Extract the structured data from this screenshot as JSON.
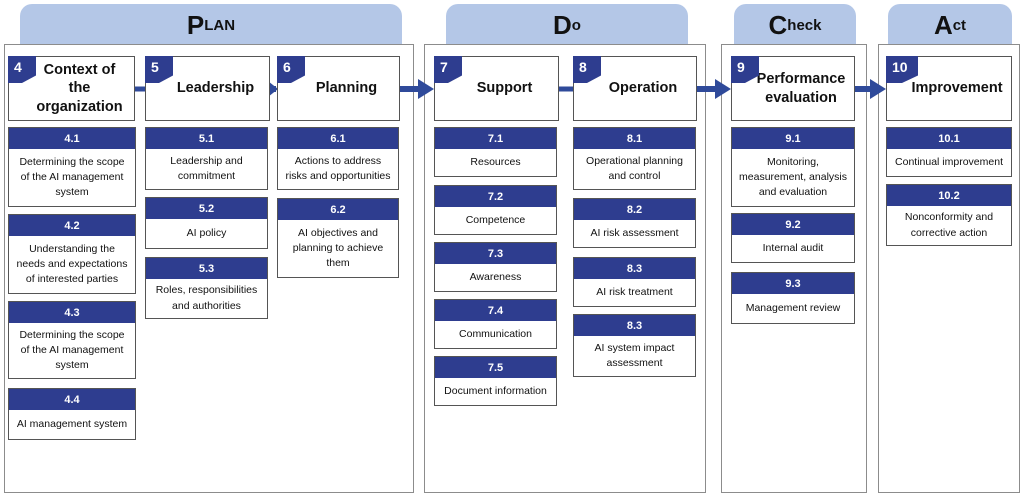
{
  "phases": {
    "plan": {
      "big": "P",
      "small": "LAN"
    },
    "do": {
      "big": "D",
      "small": "o"
    },
    "check": {
      "big": "C",
      "small": "heck"
    },
    "act": {
      "big": "A",
      "small": "ct"
    }
  },
  "clauses": {
    "c4": {
      "num": "4",
      "title": "Context of the organization"
    },
    "c5": {
      "num": "5",
      "title": "Leadership"
    },
    "c6": {
      "num": "6",
      "title": "Planning"
    },
    "c7": {
      "num": "7",
      "title": "Support"
    },
    "c8": {
      "num": "8",
      "title": "Operation"
    },
    "c9": {
      "num": "9",
      "title": "Performance evaluation"
    },
    "c10": {
      "num": "10",
      "title": "Improvement"
    }
  },
  "subclauses": {
    "s4_1": {
      "num": "4.1",
      "text": "Determining the scope of the AI management system"
    },
    "s4_2": {
      "num": "4.2",
      "text": "Understanding the needs and expectations of interested parties"
    },
    "s4_3": {
      "num": "4.3",
      "text": "Determining the scope of the AI management system"
    },
    "s4_4": {
      "num": "4.4",
      "text": "AI management system"
    },
    "s5_1": {
      "num": "5.1",
      "text": "Leadership and commitment"
    },
    "s5_2": {
      "num": "5.2",
      "text": "AI policy"
    },
    "s5_3": {
      "num": "5.3",
      "text": "Roles, responsibilities and authorities"
    },
    "s6_1": {
      "num": "6.1",
      "text": "Actions to address risks and opportunities"
    },
    "s6_2": {
      "num": "6.2",
      "text": "AI objectives and planning to achieve them"
    },
    "s7_1": {
      "num": "7.1",
      "text": "Resources"
    },
    "s7_2": {
      "num": "7.2",
      "text": "Competence"
    },
    "s7_3": {
      "num": "7.3",
      "text": "Awareness"
    },
    "s7_4": {
      "num": "7.4",
      "text": "Communication"
    },
    "s7_5": {
      "num": "7.5",
      "text": "Document information"
    },
    "s8_1": {
      "num": "8.1",
      "text": "Operational planning and control"
    },
    "s8_2": {
      "num": "8.2",
      "text": "AI risk assessment"
    },
    "s8_3a": {
      "num": "8.3",
      "text": "AI risk treatment"
    },
    "s8_3b": {
      "num": "8.3",
      "text": "AI system impact assessment"
    },
    "s9_1": {
      "num": "9.1",
      "text": "Monitoring, measurement, analysis and evaluation"
    },
    "s9_2": {
      "num": "9.2",
      "text": "Internal audit"
    },
    "s9_3": {
      "num": "9.3",
      "text": "Management review"
    },
    "s10_1": {
      "num": "10.1",
      "text": "Continual improvement"
    },
    "s10_2": {
      "num": "10.2",
      "text": "Nonconformity and corrective action"
    }
  },
  "colors": {
    "tab_fill": "#b4c7e7",
    "header_navy": "#2e3d8f",
    "arrow_blue": "#2f4a9a"
  }
}
